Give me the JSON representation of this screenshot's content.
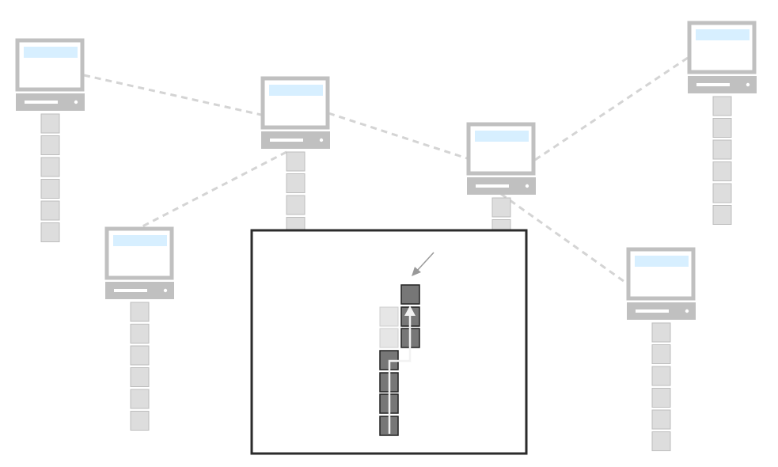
{
  "diagram": {
    "node_count": 6,
    "chain_lengths": [
      6,
      6,
      6,
      6,
      6,
      6
    ],
    "colors": {
      "background": "#ffffff",
      "node_frame": "#c0c0c0",
      "screen_fill": "#ffffff",
      "screen_bar": "#d7efff",
      "chain_block": "#dddddd",
      "chain_block_border": "#bdbdbd",
      "connection": "#d4d4d4",
      "zoom_frame": "#2b2b2b",
      "zoom_block_dark": "#777777",
      "zoom_block_faded": "#e6e6e6",
      "zoom_path": "#f2f2f2",
      "pointer_arrow": "#999999"
    },
    "icons": {
      "node": "computer-node-icon",
      "block": "block-icon",
      "pointer": "arrow-icon"
    },
    "zoom_inset": {
      "main_chain_blocks": 4,
      "fork_blocks": 3,
      "faded_blocks": 2,
      "description": ""
    }
  }
}
